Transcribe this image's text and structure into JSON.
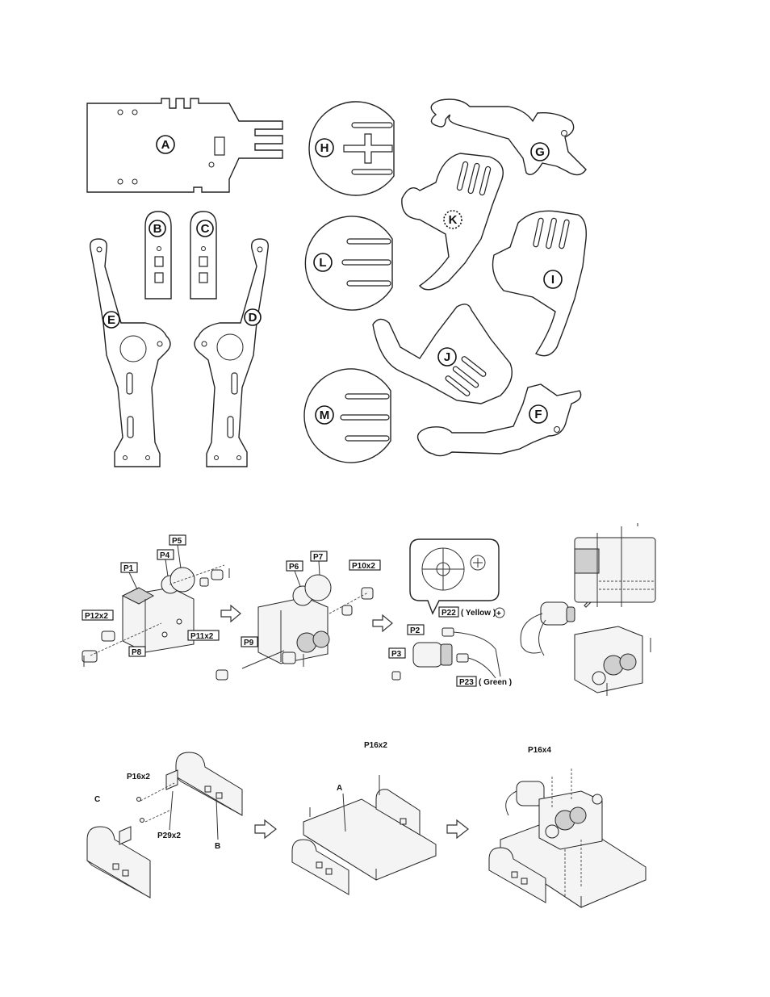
{
  "parts_sheet": {
    "pieces": [
      {
        "letter": "A"
      },
      {
        "letter": "B"
      },
      {
        "letter": "C"
      },
      {
        "letter": "D"
      },
      {
        "letter": "E"
      },
      {
        "letter": "F"
      },
      {
        "letter": "G"
      },
      {
        "letter": "H"
      },
      {
        "letter": "I"
      },
      {
        "letter": "J"
      },
      {
        "letter": "K"
      },
      {
        "letter": "L"
      },
      {
        "letter": "M"
      }
    ]
  },
  "gearbox_step": {
    "labels": {
      "p1": "P1",
      "p4": "P4",
      "p5": "P5",
      "p12": "P12x2",
      "p8": "P8",
      "p11": "P11x2",
      "p6": "P6",
      "p7": "P7",
      "p10": "P10x2",
      "p9": "P9",
      "p2": "P2",
      "p3": "P3",
      "p22": "P22",
      "p23": "P23",
      "yellow": "( Yellow )",
      "green": "( Green )",
      "plus": "+"
    }
  },
  "base_step": {
    "labels": {
      "c": "C",
      "p16a": "P16x2",
      "p29": "P29x2",
      "b": "B",
      "a": "A",
      "p16b": "P16x2",
      "p16c": "P16x4"
    }
  }
}
